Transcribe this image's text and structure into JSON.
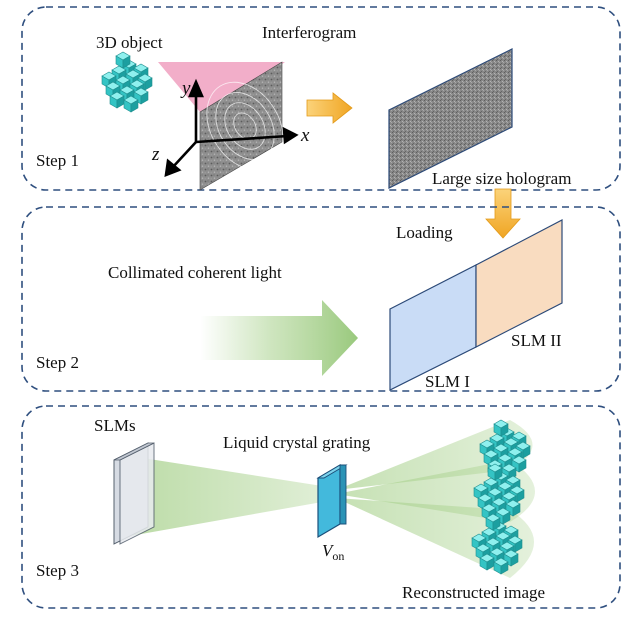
{
  "step1": {
    "step_label": "Step 1",
    "object_label": "3D object",
    "interferogram_label": "Interferogram",
    "hologram_label": "Large size hologram",
    "axis_x": "x",
    "axis_y": "y",
    "axis_z": "z"
  },
  "step2": {
    "step_label": "Step 2",
    "loading_label": "Loading",
    "light_label": "Collimated coherent light",
    "slm1_label": "SLM I",
    "slm2_label": "SLM II"
  },
  "step3": {
    "step_label": "Step 3",
    "slms_label": "SLMs",
    "grating_label": "Liquid crystal grating",
    "voltage_symbol": "V",
    "voltage_subscript": "on",
    "reconstructed_label": "Reconstructed image"
  },
  "colors": {
    "panel_border": "#2f4f7f",
    "cube": "#40d0d0",
    "pink_beam": "#f0a0c0",
    "green_beam": "#a6d08a",
    "slm1_fill": "#c9dcf6",
    "slm2_fill": "#f9dcc0",
    "orange_arrow": "#f5b236",
    "grating_fill": "#43b9dc",
    "glass_fill": "#d6dbe3"
  }
}
